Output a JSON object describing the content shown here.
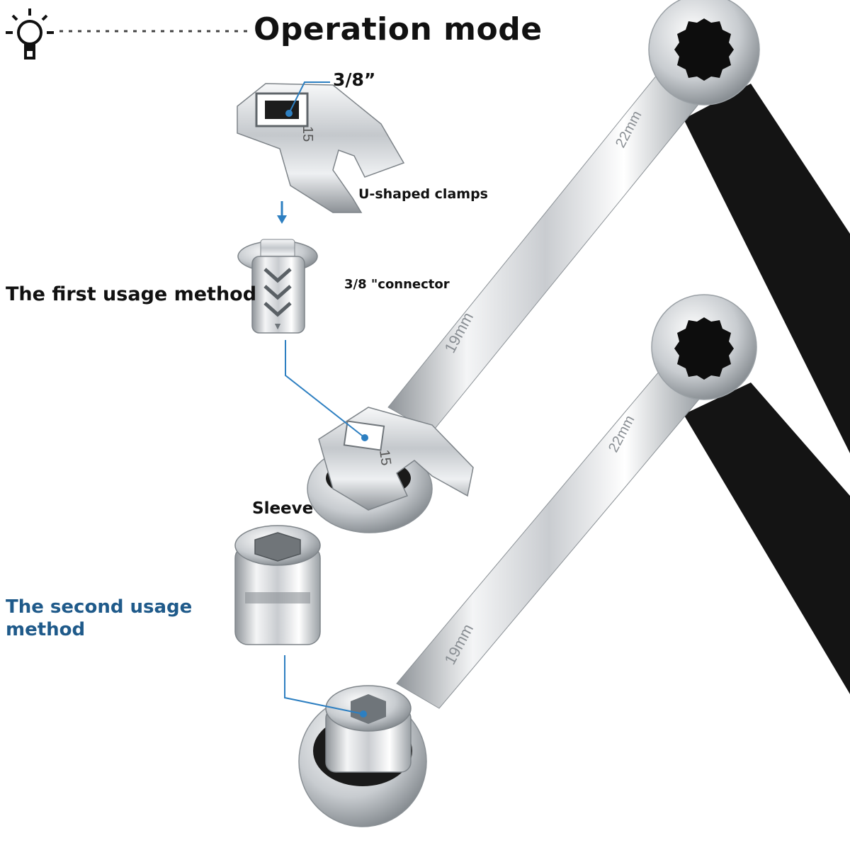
{
  "header": {
    "title": "Operation mode",
    "icon": "lightbulb-icon"
  },
  "labels": {
    "drive_size": "3/8”",
    "u_shaped_clamps": "U-shaped clamps",
    "connector": "3/8 \"connector",
    "first_usage_method": "The first usage method",
    "sleeve": "Sleeve",
    "second_usage_method": "The second usage method"
  },
  "wrench_markings": {
    "upper_wrench_large": "22mm",
    "upper_wrench_small": "19mm",
    "lower_wrench_large": "22mm",
    "lower_wrench_small": "19mm",
    "clamp_size": "15",
    "clamp_size_mounted": "15"
  },
  "colors": {
    "accent_blue": "#1f5a8a",
    "indicator_blue": "#2d7fc1",
    "handle_black": "#141414",
    "chrome": "#d9dcdf"
  }
}
